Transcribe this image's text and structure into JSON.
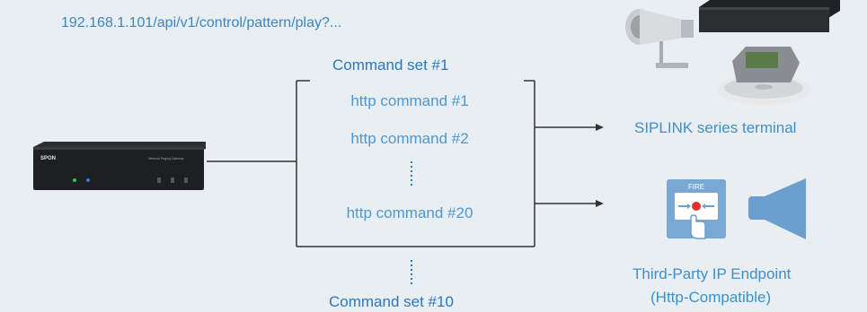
{
  "url": "192.168.1.101/api/v1/control/pattern/play?...",
  "command_set_first": "Command set #1",
  "command_set_last": "Command set #10",
  "commands": {
    "first": "http command #1",
    "second": "http command #2",
    "last": "http command #20"
  },
  "endpoints": {
    "siplink": "SIPLINK series terminal",
    "third_party_line1": "Third-Party IP Endpoint",
    "third_party_line2": "(Http-Compatible)"
  },
  "device": {
    "brand": "SPON",
    "model": "Network Paging Gateway"
  },
  "icons": {
    "fire_label": "FIRE"
  },
  "colors": {
    "background": "#e8eef2",
    "accent": "#2a78bd",
    "icon_blue": "#6a9fcf"
  }
}
